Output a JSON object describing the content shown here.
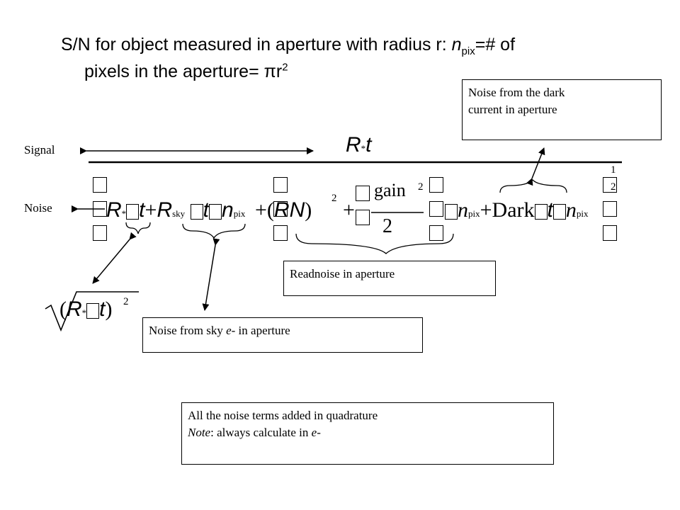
{
  "title": {
    "line1_pre": "S/N for object measured in aperture with radius r: ",
    "n": "n",
    "pix": "pix",
    "line1_post": "=# of",
    "line2_pre": "pixels in the aperture= πr",
    "line2_sup": "2"
  },
  "labels": {
    "signal": "Signal",
    "noise": "Noise"
  },
  "signal_eq": {
    "R": "R",
    "star": "*",
    "t": "t"
  },
  "noise_eq": {
    "R": "R",
    "star": "*",
    "t1": "t",
    "plus1": "+",
    "R2": "R",
    "sky": "sky",
    "t2": "t",
    "n1": "n",
    "pix1": "pix",
    "plus2": "+(",
    "RN": "RN",
    "close": ")",
    "sq_exp": "2",
    "plus3": "+",
    "gain": "gain",
    "two": "2",
    "sq_exp2": "2",
    "n2": "n",
    "pix2": "pix",
    "plus4": "+",
    "dark": "Dark",
    "t3": "t",
    "n3": "n",
    "pix3": "pix",
    "half_num": "1",
    "half_den": "2"
  },
  "sqrt_eq": {
    "open": "(",
    "R": "R",
    "star": "*",
    "t": "t",
    "close": ")",
    "exp": "2"
  },
  "boxes": {
    "dark": {
      "line1": "Noise from the dark",
      "line2": "current in aperture"
    },
    "readnoise": {
      "text": "Readnoise in aperture"
    },
    "sky": {
      "pre": "Noise from sky ",
      "em": "e-",
      "post": " in aperture"
    },
    "total": {
      "line1": "All the noise terms added in quadrature",
      "note_em": "Note",
      "note_rest": ": always calculate in ",
      "note_unit": "e-"
    }
  }
}
